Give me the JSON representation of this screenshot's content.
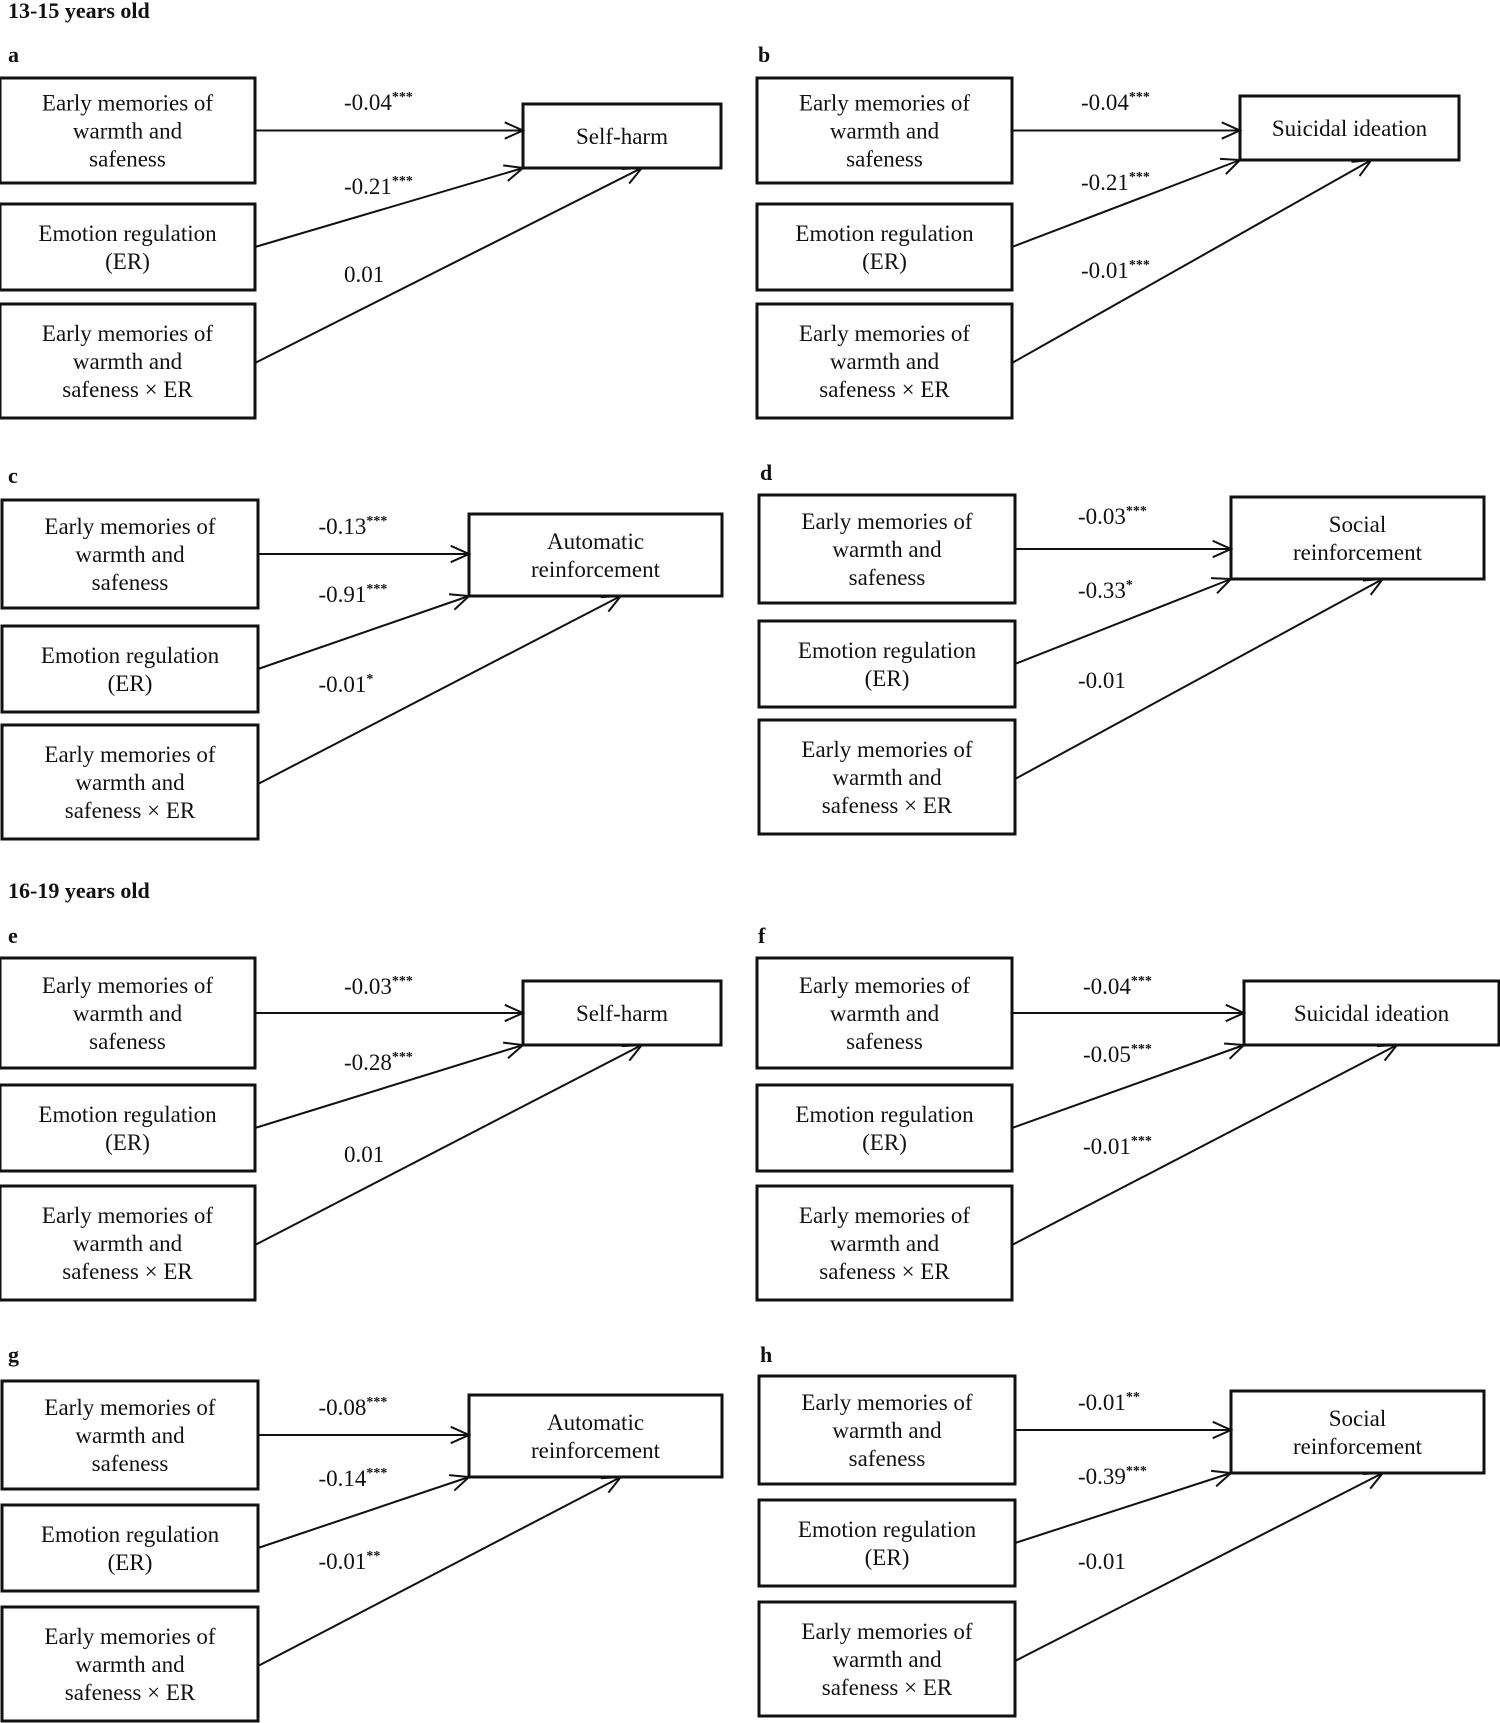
{
  "groups": [
    {
      "heading": "13-15 years old"
    },
    {
      "heading": "16-19 years old"
    }
  ],
  "predictors": [
    [
      "Early memories of",
      "warmth and",
      "safeness"
    ],
    [
      "Emotion regulation",
      "(ER)"
    ],
    [
      "Early memories of",
      "warmth and",
      "safeness × ER"
    ]
  ],
  "panels": [
    {
      "id": "a",
      "outcome": [
        "Self-harm"
      ],
      "coefficients": [
        {
          "value": "-0.04",
          "sig": "***"
        },
        {
          "value": "-0.21",
          "sig": "***"
        },
        {
          "value": "0.01",
          "sig": ""
        }
      ]
    },
    {
      "id": "b",
      "outcome": [
        "Suicidal ideation"
      ],
      "coefficients": [
        {
          "value": "-0.04",
          "sig": "***"
        },
        {
          "value": "-0.21",
          "sig": "***"
        },
        {
          "value": "-0.01",
          "sig": "***"
        }
      ]
    },
    {
      "id": "c",
      "outcome": [
        "Automatic",
        "reinforcement"
      ],
      "coefficients": [
        {
          "value": "-0.13",
          "sig": "***"
        },
        {
          "value": "-0.91",
          "sig": "***"
        },
        {
          "value": "-0.01",
          "sig": "*"
        }
      ]
    },
    {
      "id": "d",
      "outcome": [
        "Social",
        "reinforcement"
      ],
      "coefficients": [
        {
          "value": "-0.03",
          "sig": "***"
        },
        {
          "value": "-0.33",
          "sig": "*"
        },
        {
          "value": "-0.01",
          "sig": ""
        }
      ]
    },
    {
      "id": "e",
      "outcome": [
        "Self-harm"
      ],
      "coefficients": [
        {
          "value": "-0.03",
          "sig": "***"
        },
        {
          "value": "-0.28",
          "sig": "***"
        },
        {
          "value": "0.01",
          "sig": ""
        }
      ]
    },
    {
      "id": "f",
      "outcome": [
        "Suicidal ideation"
      ],
      "coefficients": [
        {
          "value": "-0.04",
          "sig": "***"
        },
        {
          "value": "-0.05",
          "sig": "***"
        },
        {
          "value": "-0.01",
          "sig": "***"
        }
      ]
    },
    {
      "id": "g",
      "outcome": [
        "Automatic",
        "reinforcement"
      ],
      "coefficients": [
        {
          "value": "-0.08",
          "sig": "***"
        },
        {
          "value": "-0.14",
          "sig": "***"
        },
        {
          "value": "-0.01",
          "sig": "**"
        }
      ]
    },
    {
      "id": "h",
      "outcome": [
        "Social",
        "reinforcement"
      ],
      "coefficients": [
        {
          "value": "-0.01",
          "sig": "**"
        },
        {
          "value": "-0.39",
          "sig": "***"
        },
        {
          "value": "-0.01",
          "sig": ""
        }
      ]
    }
  ]
}
